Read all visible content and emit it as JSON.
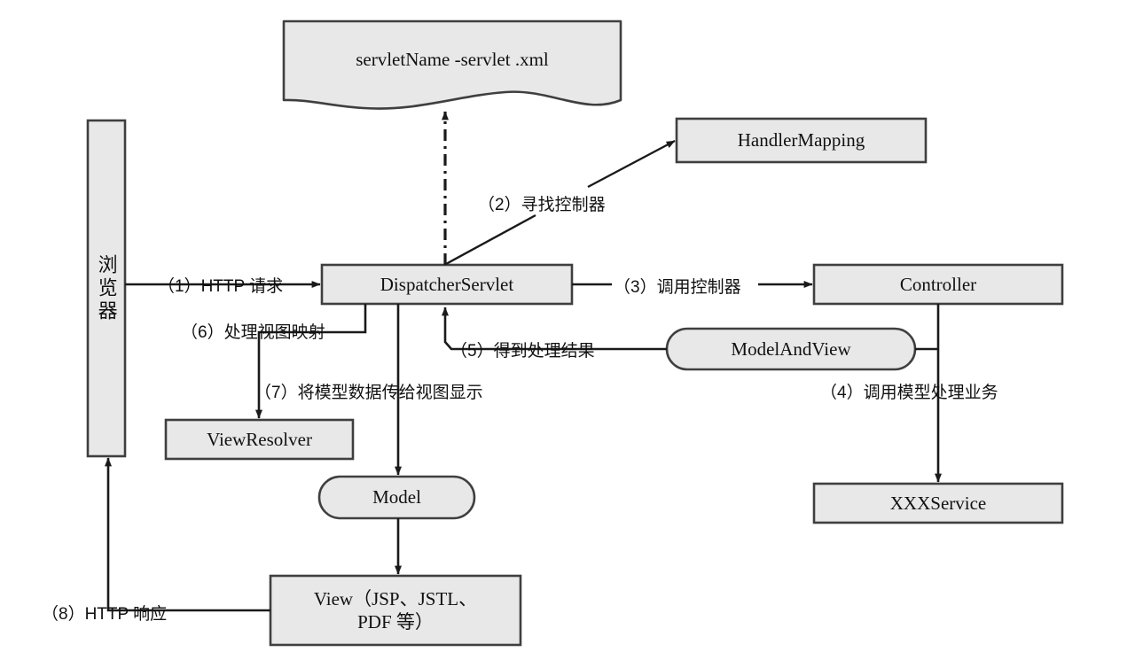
{
  "diagram": {
    "title": "Spring MVC Request Processing Flow",
    "colors": {
      "node_fill": "#e8e8e8",
      "node_stroke": "#3f3f3f",
      "line": "#1a1a1a",
      "background": "#ffffff",
      "text": "#111111"
    },
    "nodes": [
      {
        "id": "config_xml",
        "label": "servletName  -servlet .xml",
        "shape": "document"
      },
      {
        "id": "browser",
        "label": "浏览器",
        "shape": "rect-vertical"
      },
      {
        "id": "dispatcher_servlet",
        "label": "DispatcherServlet",
        "shape": "rect"
      },
      {
        "id": "handler_mapping",
        "label": "HandlerMapping",
        "shape": "rect"
      },
      {
        "id": "controller",
        "label": "Controller",
        "shape": "rect"
      },
      {
        "id": "model_and_view",
        "label": "ModelAndView",
        "shape": "stadium"
      },
      {
        "id": "xxx_service",
        "label": "XXXService",
        "shape": "rect"
      },
      {
        "id": "view_resolver",
        "label": "ViewResolver",
        "shape": "rect"
      },
      {
        "id": "model",
        "label": "Model",
        "shape": "stadium"
      },
      {
        "id": "view",
        "label": "View（JSP、JSTL、\nPDF 等）",
        "shape": "rect"
      }
    ],
    "edges": [
      {
        "id": "e1",
        "label": "（1）HTTP 请求",
        "from": "browser",
        "to": "dispatcher_servlet"
      },
      {
        "id": "e2",
        "label": "（2）寻找控制器",
        "from": "dispatcher_servlet",
        "to": "handler_mapping"
      },
      {
        "id": "e3",
        "label": "（3）调用控制器",
        "from": "dispatcher_servlet",
        "to": "controller"
      },
      {
        "id": "e4",
        "label": "（4）调用模型处理业务",
        "from": "controller",
        "to": "xxx_service"
      },
      {
        "id": "e5",
        "label": "（5）得到处理结果",
        "from": "model_and_view",
        "to": "dispatcher_servlet"
      },
      {
        "id": "e6",
        "label": "（6）处理视图映射",
        "from": "dispatcher_servlet",
        "to": "view_resolver"
      },
      {
        "id": "e7",
        "label": "（7）将模型数据传给视图显示",
        "from": "dispatcher_servlet",
        "to": "model"
      },
      {
        "id": "e8",
        "label": "（8）HTTP 响应",
        "from": "view",
        "to": "browser"
      },
      {
        "id": "e9",
        "label": "",
        "from": "dispatcher_servlet",
        "to": "config_xml",
        "style": "dash-dot"
      }
    ]
  }
}
